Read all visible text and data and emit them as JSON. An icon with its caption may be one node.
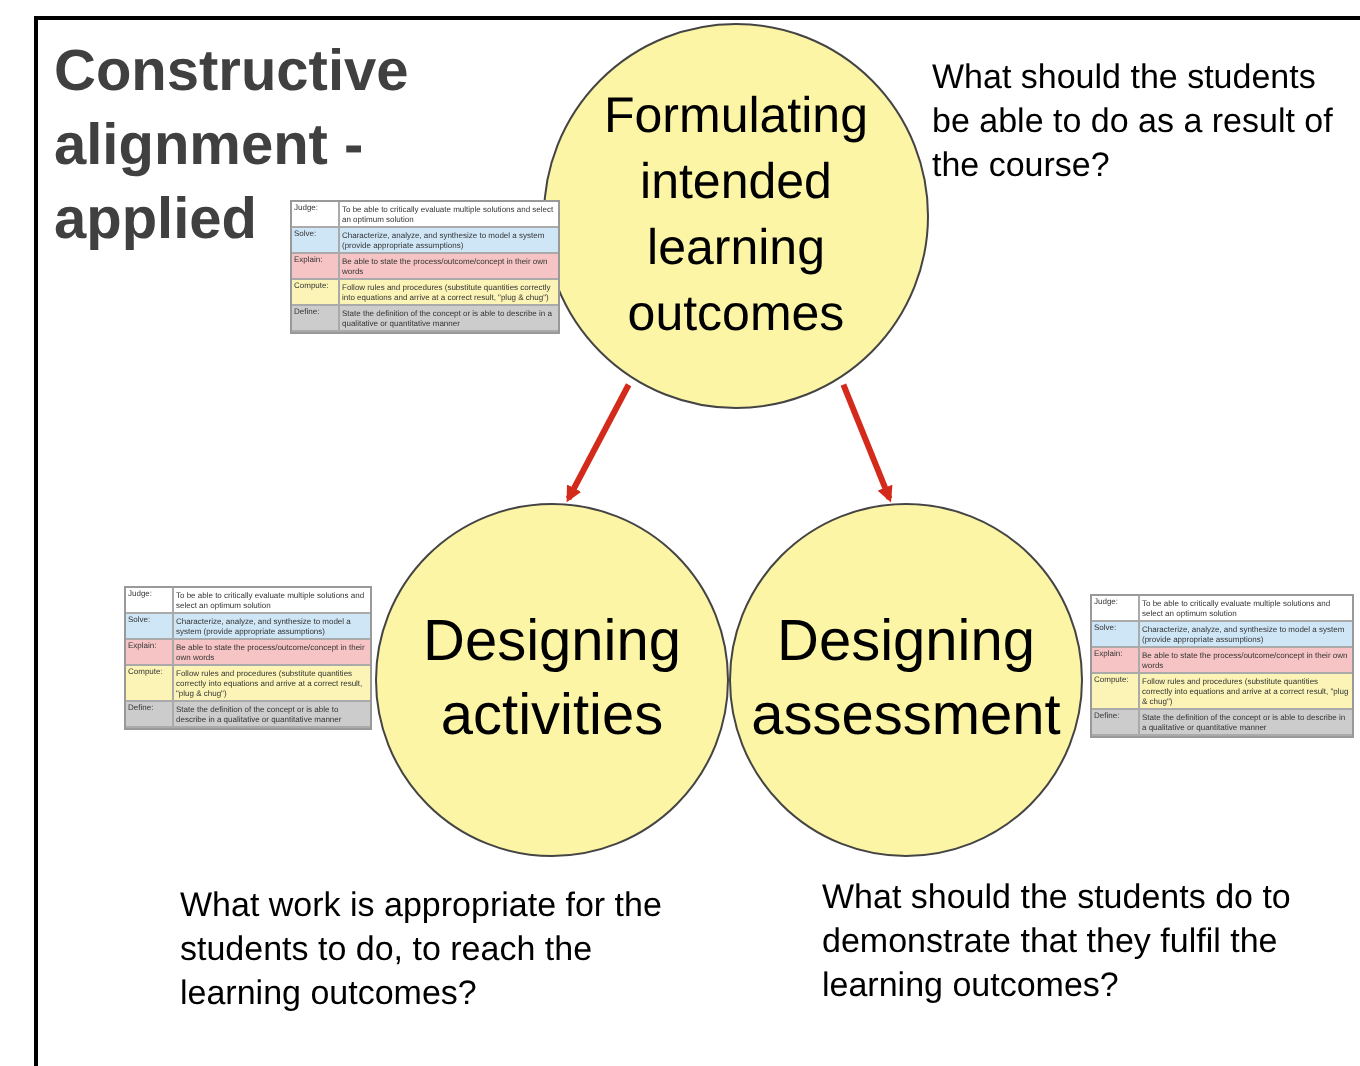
{
  "diagram": {
    "title": "Constructive alignment - applied",
    "nodes": [
      {
        "text": [
          "Formulating intended learning outcomes"
        ],
        "beside": [
          "What should the students be able to do as a result of the course?"
        ]
      },
      {
        "text": [
          "Designing activities"
        ],
        "beside": [
          "What work is appropriate for the students to do, to reach the learning outcomes?"
        ]
      },
      {
        "text": [
          "Designing assessment"
        ],
        "beside": [
          "What should the students do to demonstrate that they fulfil the learning outcomes?"
        ]
      }
    ],
    "edges": [
      {
        "from": 0,
        "to": 1,
        "arrow": "to",
        "color": "#d42a1c"
      },
      {
        "from": 0,
        "to": 2,
        "arrow": "to",
        "color": "#d42a1c"
      }
    ],
    "labels": [
      "Judge:",
      "To be able to critically evaluate multiple solutions and select an optimum solution",
      "Solve:",
      "Characterize, analyze, and synthesize to model a system (provide appropriate assumptions)",
      "Explain:",
      "Be able to state the process/outcome/concept in their own words",
      "Compute:",
      "Follow rules and procedures (substitute quantities correctly into equations and arrive at a correct result, \"plug & chug\")",
      "Define:",
      "State the definition of the concept or is able to describe in a qualitative or quantitative manner",
      "Judge:",
      "To be able to critically evaluate multiple solutions and select an optimum solution",
      "Solve:",
      "Characterize, analyze, and synthesize to model a system (provide appropriate assumptions)",
      "Explain:",
      "Be able to state the process/outcome/concept in their own words",
      "Compute:",
      "Follow rules and procedures (substitute quantities correctly into equations and arrive at a correct result, \"plug & chug\")",
      "Define:",
      "State the definition of the concept or is able to describe in a qualitative or quantitative manner",
      "Judge:",
      "To be able to critically evaluate multiple solutions and select an optimum solution",
      "Solve:",
      "Characterize, analyze, and synthesize to model a system (provide appropriate assumptions)",
      "Explain:",
      "Be able to state the process/outcome/concept in their own words",
      "Compute:",
      "Follow rules and procedures (substitute quantities correctly into equations and arrive at a correct result, \"plug & chug\")",
      "Define:",
      "State the definition of the concept or is able to describe in a qualitative or quantitative manner"
    ]
  }
}
